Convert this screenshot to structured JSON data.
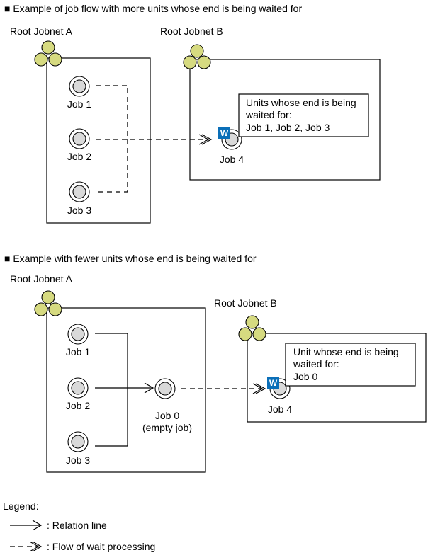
{
  "section1": {
    "heading": "■ Example of job flow with more units whose end is being waited for",
    "root_a_label": "Root Jobnet A",
    "root_b_label": "Root Jobnet B",
    "jobs": [
      "Job 1",
      "Job 2",
      "Job 3"
    ],
    "target_job": "Job 4",
    "badge": "W",
    "note": [
      "Units whose end is being",
      "waited for:",
      "Job 1, Job 2, Job 3"
    ]
  },
  "section2": {
    "heading": "■ Example with fewer units whose end is being waited for",
    "root_a_label": "Root Jobnet A",
    "root_b_label": "Root Jobnet B",
    "jobs": [
      "Job 1",
      "Job 2",
      "Job 3"
    ],
    "empty_job": [
      "Job 0",
      "(empty job)"
    ],
    "target_job": "Job 4",
    "badge": "W",
    "note": [
      "Unit whose end is being",
      "waited for:",
      "Job 0"
    ]
  },
  "legend": {
    "title": "Legend:",
    "relation_line": ": Relation line",
    "wait_flow": ": Flow of wait processing"
  },
  "colors": {
    "jobnet_icon": "#d6da80",
    "wait_badge": "#0b6fb8"
  }
}
